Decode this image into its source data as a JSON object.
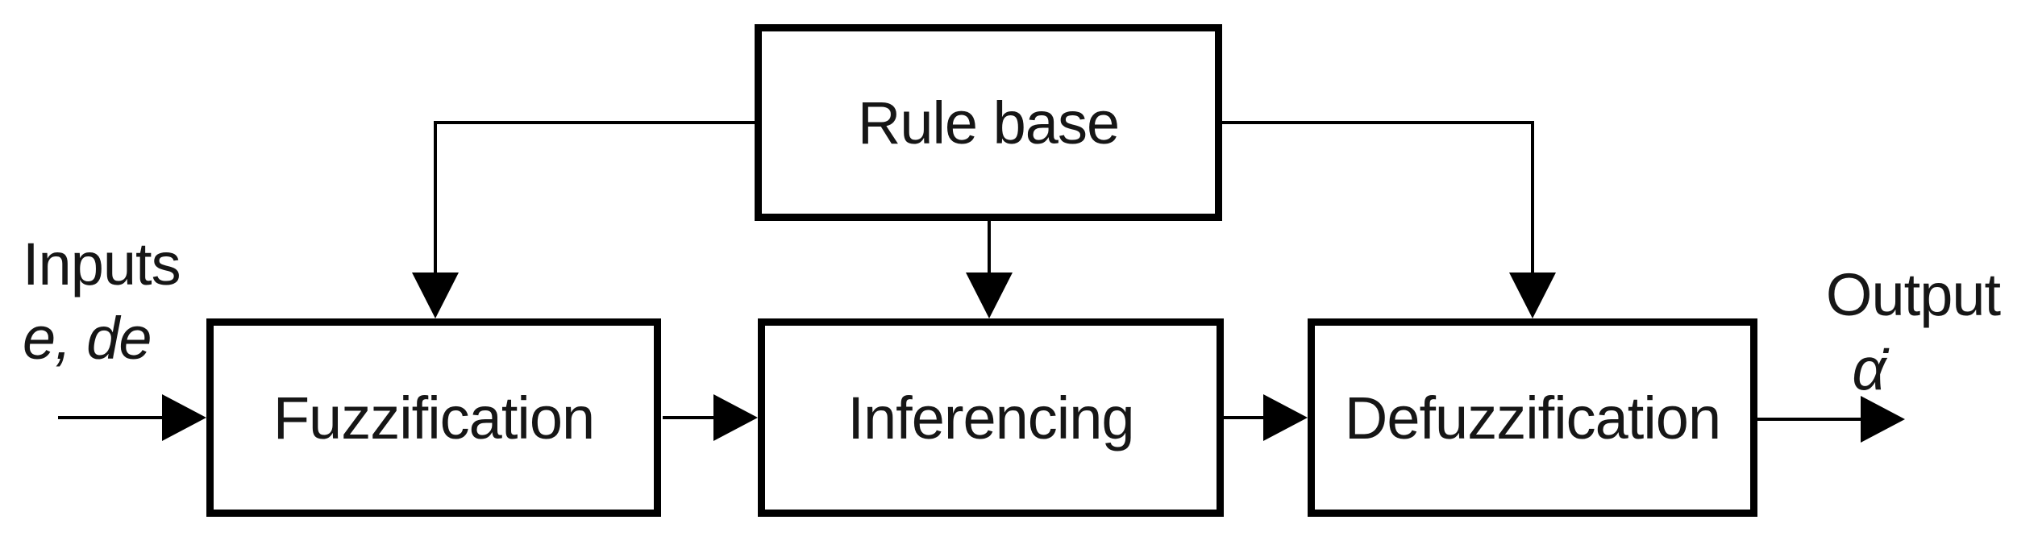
{
  "diagram": {
    "type": "block-diagram",
    "nodes": [
      {
        "id": "rule-base",
        "label": "Rule base"
      },
      {
        "id": "fuzzification",
        "label": "Fuzzification"
      },
      {
        "id": "inferencing",
        "label": "Inferencing"
      },
      {
        "id": "defuzzification",
        "label": "Defuzzification"
      }
    ],
    "input_label": {
      "line1": "Inputs",
      "line2": "e, de"
    },
    "output_label": {
      "line1": "Output",
      "line2": "α̇"
    },
    "connections": [
      {
        "from": "rule-base",
        "to": "fuzzification",
        "style": "elbow-down-arrow"
      },
      {
        "from": "rule-base",
        "to": "inferencing",
        "style": "straight-down-arrow"
      },
      {
        "from": "rule-base",
        "to": "defuzzification",
        "style": "elbow-down-arrow"
      },
      {
        "from": "inputs",
        "to": "fuzzification",
        "style": "right-arrow"
      },
      {
        "from": "fuzzification",
        "to": "inferencing",
        "style": "right-arrow"
      },
      {
        "from": "inferencing",
        "to": "defuzzification",
        "style": "right-arrow"
      },
      {
        "from": "defuzzification",
        "to": "output",
        "style": "right-arrow"
      }
    ],
    "colors": {
      "stroke": "#000000",
      "text": "#161616",
      "background": "#ffffff"
    }
  }
}
